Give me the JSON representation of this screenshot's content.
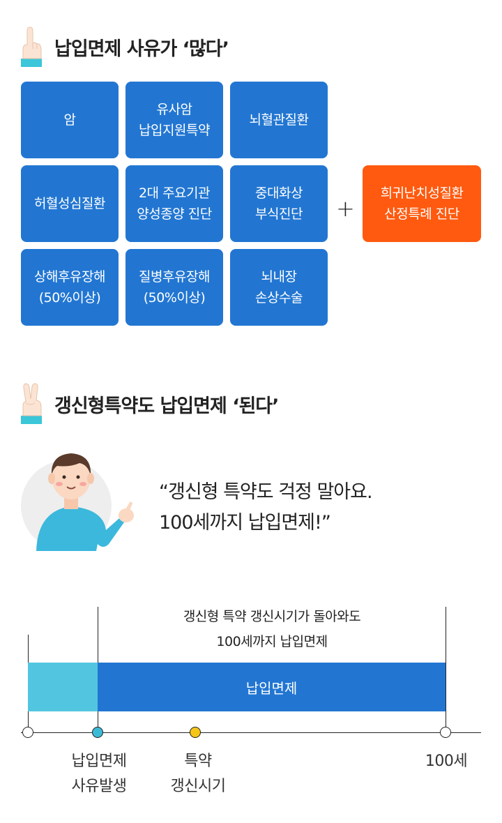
{
  "section1": {
    "title": "납입면제 사유가 ‘많다’"
  },
  "tiles": [
    {
      "lines": [
        "암"
      ]
    },
    {
      "lines": [
        "유사암",
        "납입지원특약"
      ]
    },
    {
      "lines": [
        "뇌혈관질환"
      ]
    },
    {
      "lines": [
        "허혈성심질환"
      ]
    },
    {
      "lines": [
        "2대 주요기관",
        "양성종양 진단"
      ]
    },
    {
      "lines": [
        "중대화상",
        "부식진단"
      ]
    },
    {
      "lines": [
        "상해후유장해",
        "(50%이상)"
      ]
    },
    {
      "lines": [
        "질병후유장해",
        "(50%이상)"
      ]
    },
    {
      "lines": [
        "뇌내장",
        "손상수술"
      ]
    }
  ],
  "plus_sign": "+",
  "extra_tile": {
    "lines": [
      "희귀난치성질환",
      "산정특례 진단"
    ]
  },
  "section2": {
    "title": "갱신형특약도 납입면제 ‘된다’"
  },
  "quote": {
    "line1": "“갱신형 특약도 걱정 말아요.",
    "line2": "100세까지 납입면제!”"
  },
  "timeline": {
    "caption_line1": "갱신형 특약 갱신시기가 돌아와도",
    "caption_line2": "100세까지 납입면제",
    "bar_label": "납입면제",
    "points": [
      {
        "label_lines": [],
        "color": "#ffffff"
      },
      {
        "label_lines": [
          "납입면제",
          "사유발생"
        ],
        "color": "#3bbad6"
      },
      {
        "label_lines": [
          "특약",
          "갱신시기"
        ],
        "color": "#f5c518"
      },
      {
        "label_lines": [
          "100세"
        ],
        "color": "#ffffff"
      }
    ]
  },
  "colors": {
    "tile_blue": "#2276d2",
    "tile_orange": "#ff5a0f",
    "bar_light": "#52c6e0"
  }
}
